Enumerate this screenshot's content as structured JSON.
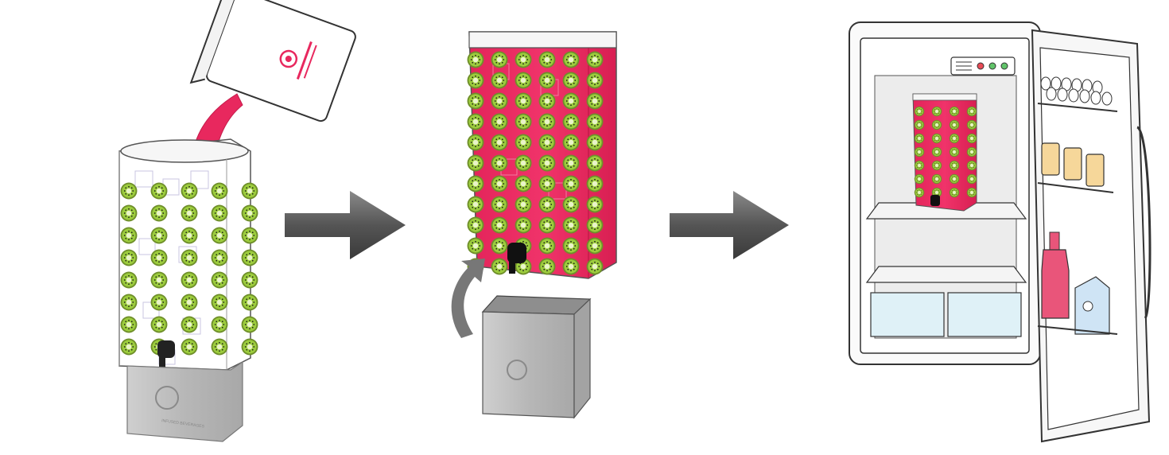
{
  "steps": [
    {
      "id": "pour",
      "container_brand": "INFUSED BEVERAGES"
    },
    {
      "id": "lift"
    },
    {
      "id": "refrigerate"
    }
  ],
  "colors": {
    "juice": "#e8285e",
    "kiwi_skin": "#6f8f2a",
    "kiwi_flesh": "#9ccc3d",
    "kiwi_seed": "#1c1c1c",
    "base": "#bdbdbd",
    "arrow": "#5a5a5a",
    "fridge_outline": "#333333",
    "drawer": "#dff1f7",
    "butter": "#f6d79a",
    "bottle": "#e9557a",
    "carton": "#cfe4f5"
  },
  "icons": [
    "kiwi-slice-icon",
    "arrow-right-icon",
    "curved-arrow-icon",
    "refrigerator-icon",
    "dispenser-spigot-icon"
  ]
}
